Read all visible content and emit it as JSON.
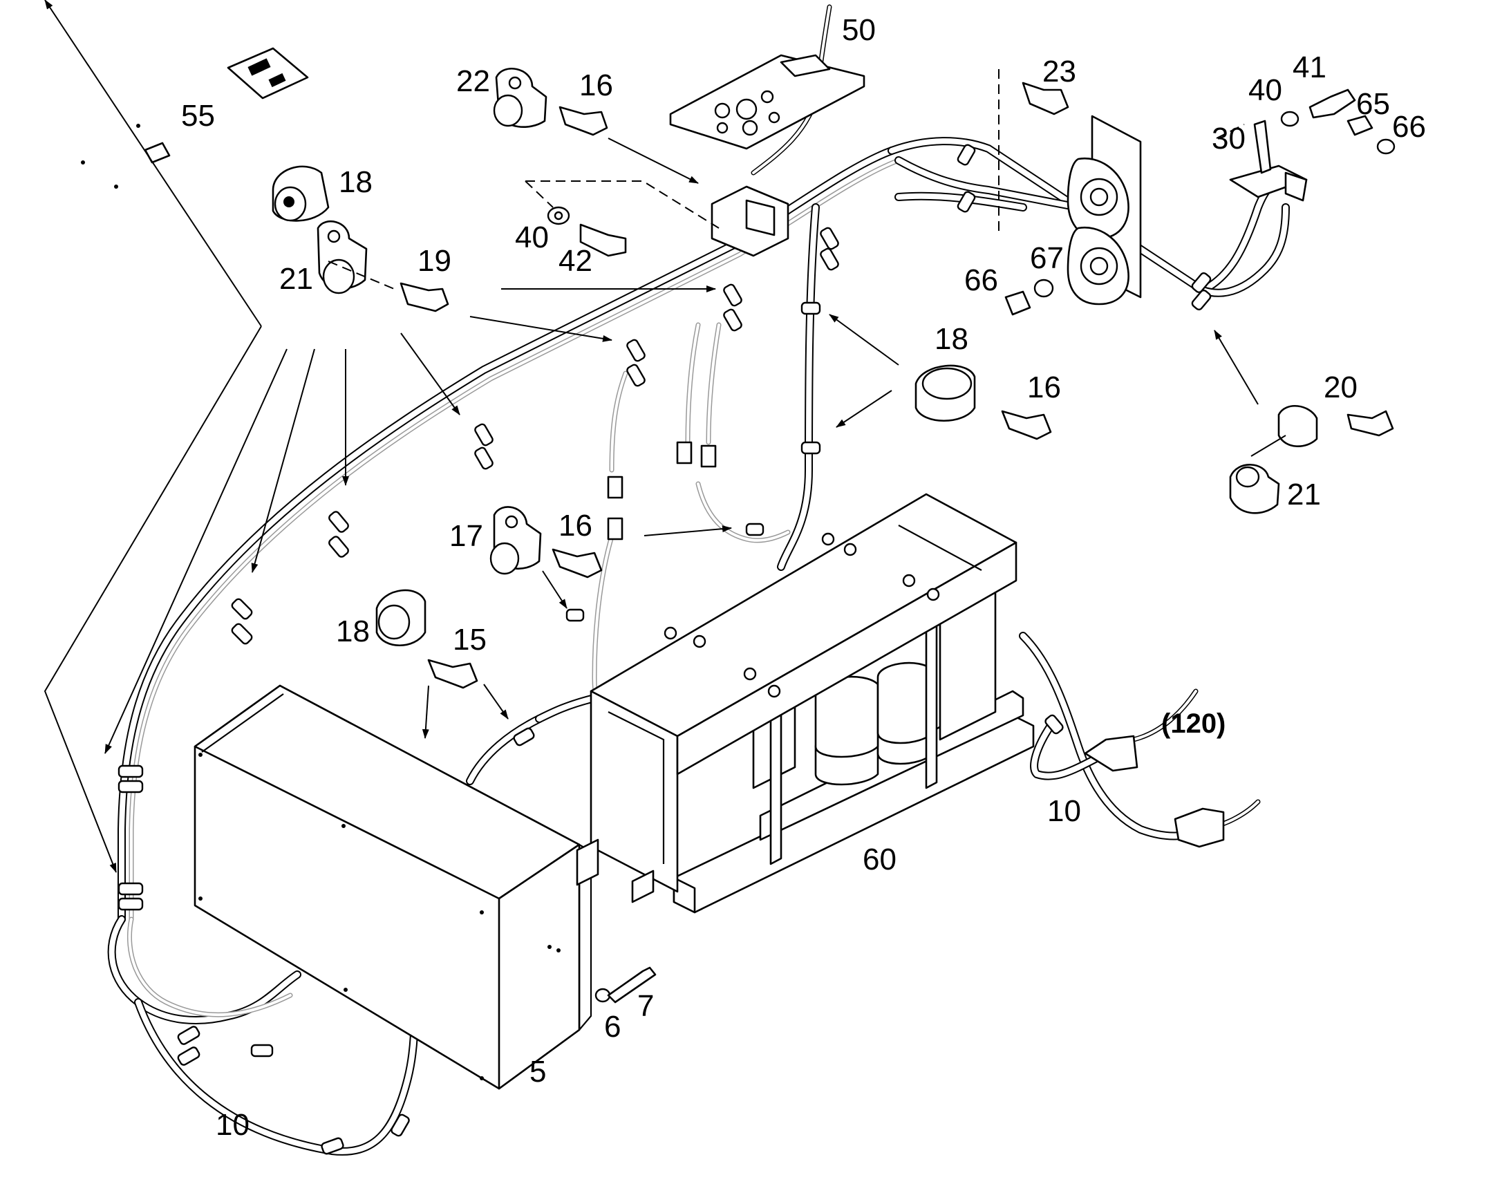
{
  "diagram": {
    "labels": {
      "p5": "5",
      "p6": "6",
      "p7": "7",
      "p10a": "10",
      "p10b": "10",
      "p15": "15",
      "p16a": "16",
      "p16b": "16",
      "p16c": "16",
      "p17": "17",
      "p18a": "18",
      "p18b": "18",
      "p18c": "18",
      "p19": "19",
      "p20": "20",
      "p21a": "21",
      "p21b": "21",
      "p22": "22",
      "p23": "23",
      "p30": "30",
      "p40a": "40",
      "p40b": "40",
      "p41": "41",
      "p42": "42",
      "p50": "50",
      "p55": "55",
      "p60": "60",
      "p65": "65",
      "p66a": "66",
      "p66b": "66",
      "p67": "67",
      "ref120": "(120)"
    }
  }
}
